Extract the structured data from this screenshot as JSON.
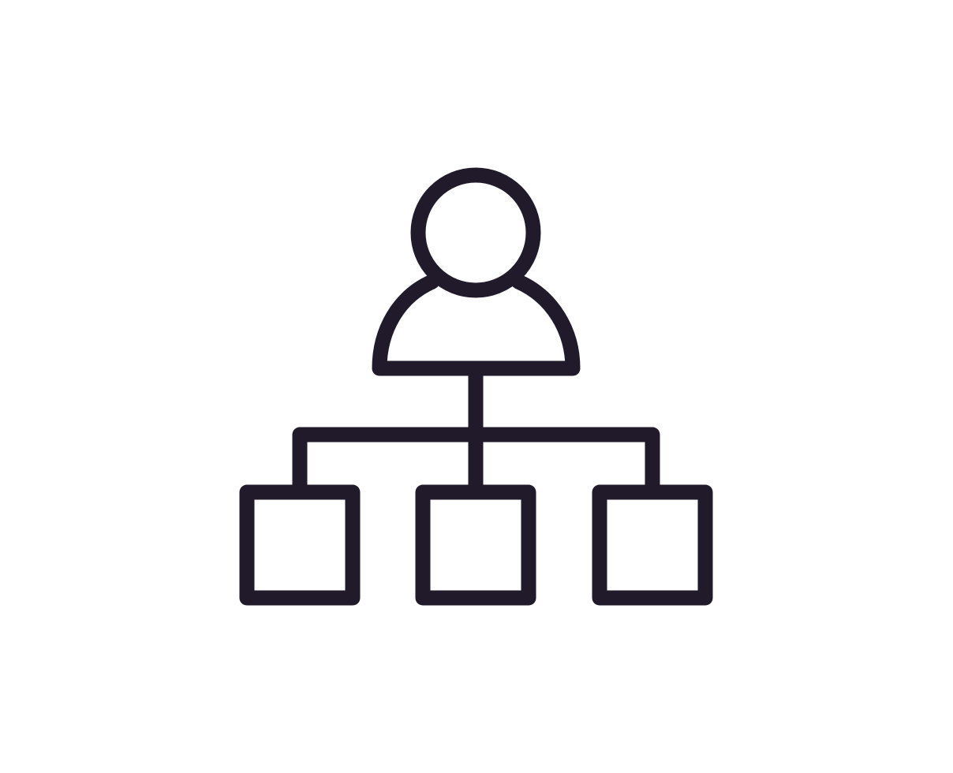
{
  "icon": {
    "name": "org-chart-icon",
    "depicts": [
      "person",
      "hierarchy",
      "three-child-nodes"
    ]
  },
  "colors": {
    "background": "#ffffff",
    "stroke": "#211a2b"
  }
}
